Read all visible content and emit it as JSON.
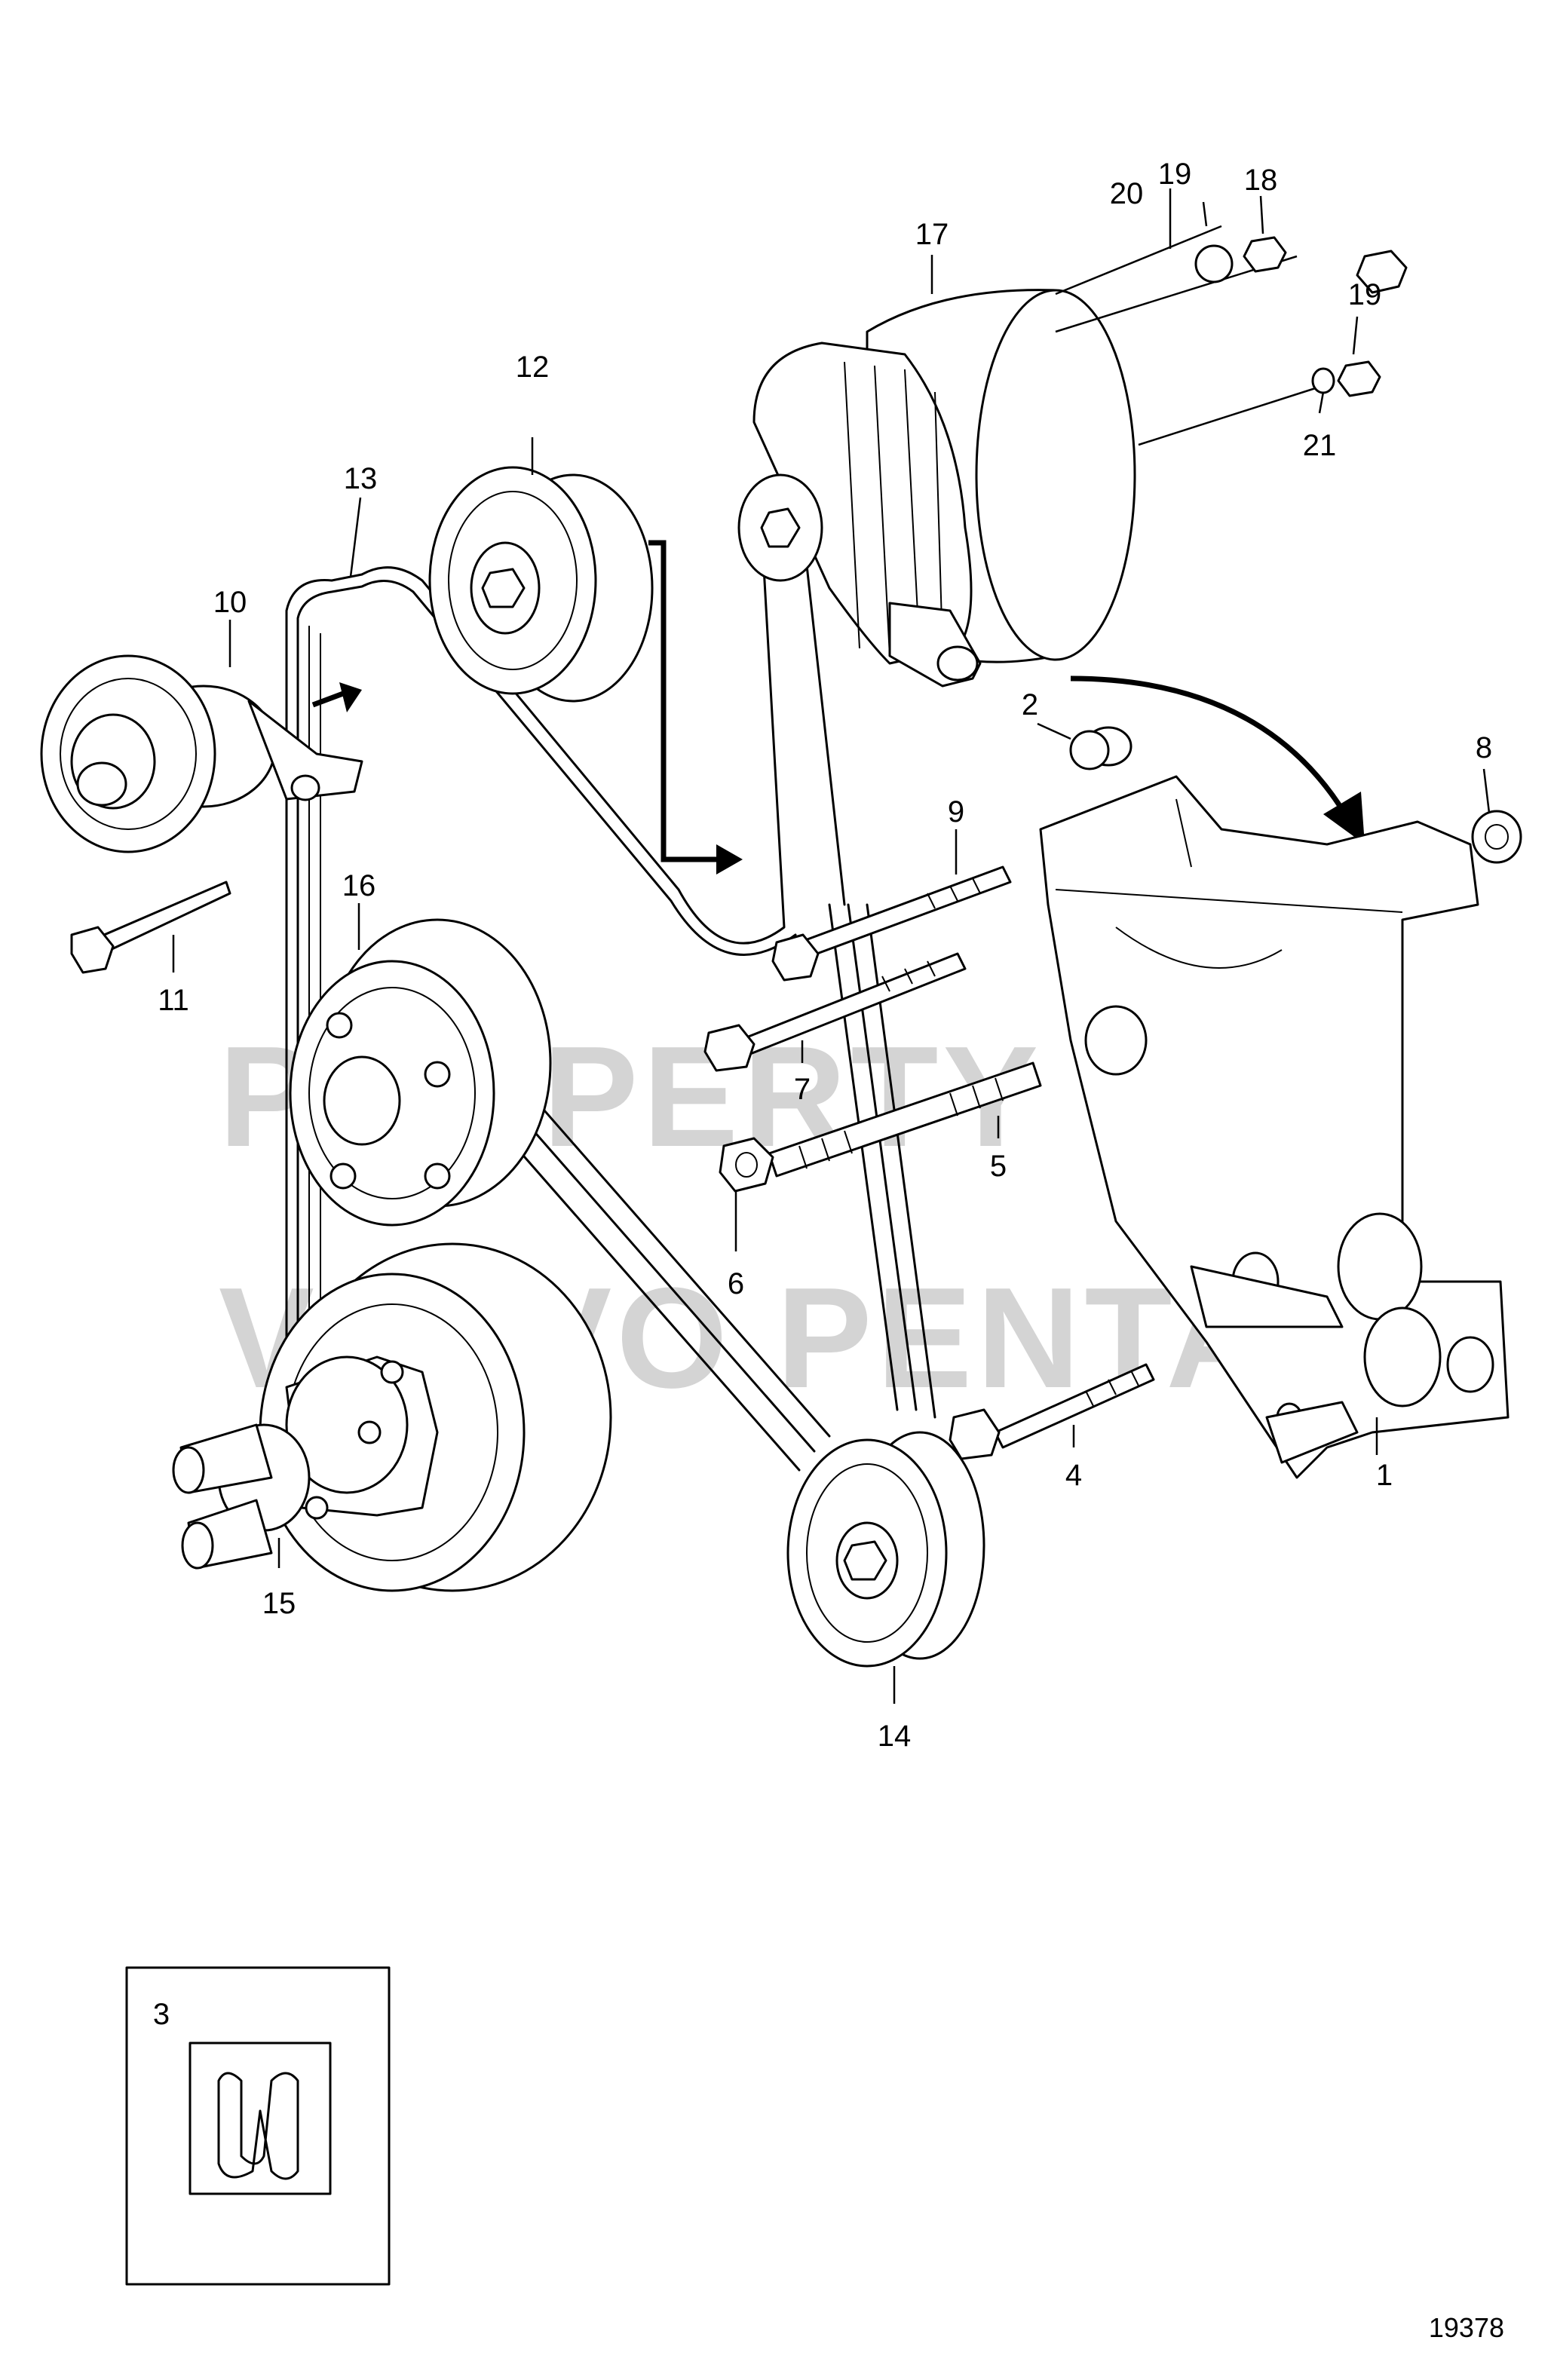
{
  "diagram": {
    "callouts": [
      {
        "id": "1",
        "label": "1"
      },
      {
        "id": "2",
        "label": "2"
      },
      {
        "id": "3",
        "label": "3"
      },
      {
        "id": "4",
        "label": "4"
      },
      {
        "id": "5",
        "label": "5"
      },
      {
        "id": "6",
        "label": "6"
      },
      {
        "id": "7",
        "label": "7"
      },
      {
        "id": "8",
        "label": "8"
      },
      {
        "id": "9",
        "label": "9"
      },
      {
        "id": "10",
        "label": "10"
      },
      {
        "id": "11",
        "label": "11"
      },
      {
        "id": "12",
        "label": "12"
      },
      {
        "id": "13",
        "label": "13"
      },
      {
        "id": "14",
        "label": "14"
      },
      {
        "id": "15",
        "label": "15"
      },
      {
        "id": "16",
        "label": "16"
      },
      {
        "id": "17",
        "label": "17"
      },
      {
        "id": "18",
        "label": "18"
      },
      {
        "id": "19a",
        "label": "19"
      },
      {
        "id": "19b",
        "label": "19"
      },
      {
        "id": "20",
        "label": "20"
      },
      {
        "id": "21",
        "label": "21"
      }
    ],
    "watermark_lines": [
      "PROPERTY OF",
      "VOLVO PENTA"
    ],
    "figure_number": "19378"
  }
}
